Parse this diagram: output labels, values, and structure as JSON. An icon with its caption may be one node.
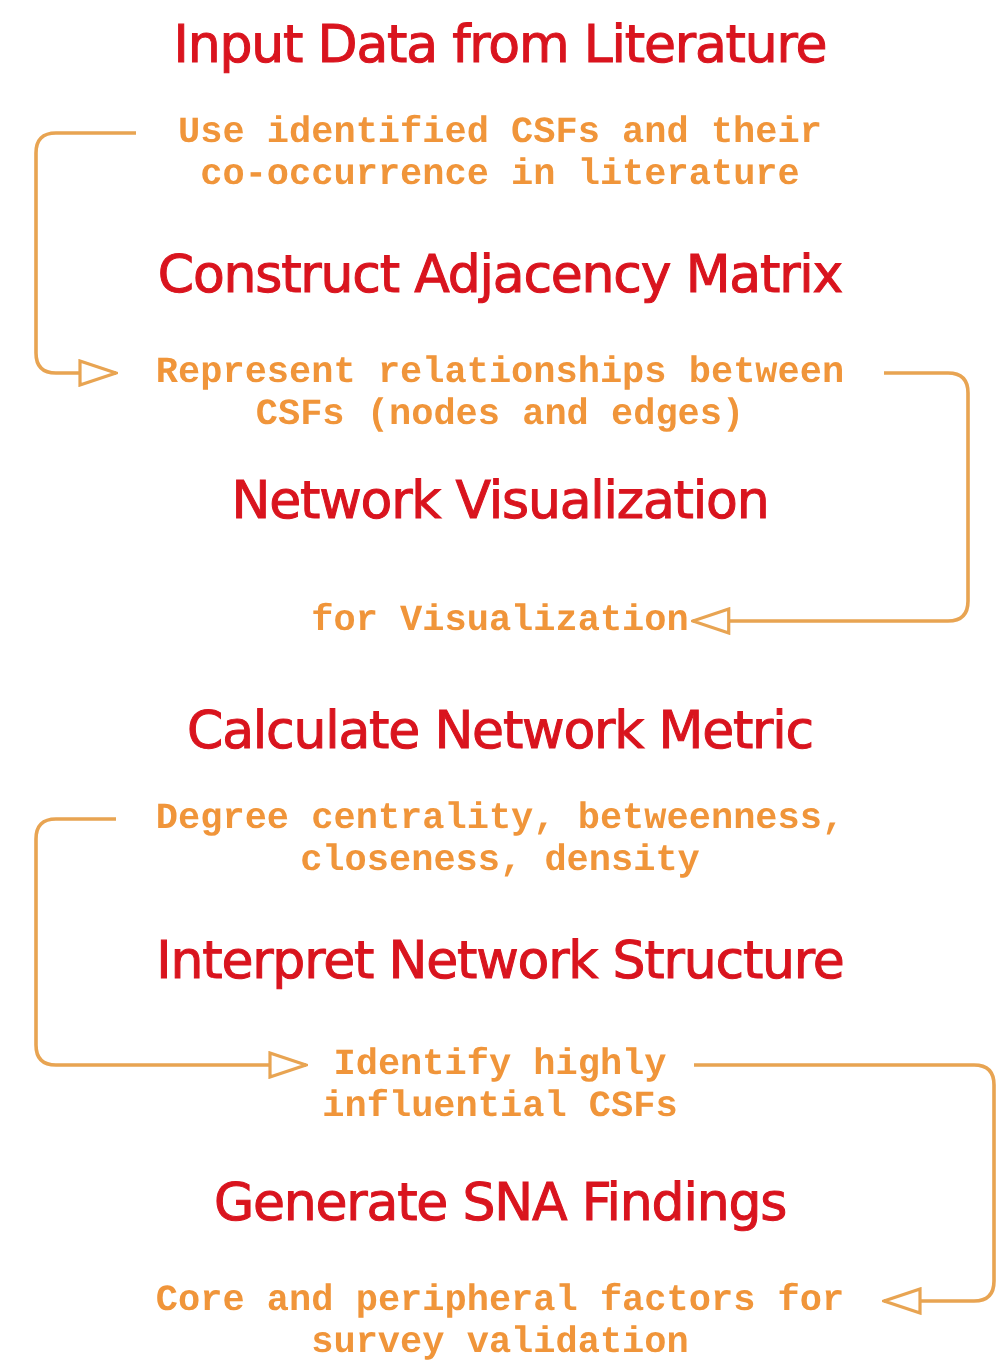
{
  "diagram": {
    "nodes": [
      {
        "text": [
          "Input Data from  Literature"
        ]
      },
      {
        "text": [
          "Use identified CSFs and their co-occurrence in literature"
        ]
      },
      {
        "text": [
          "Construct Adjacency Matrix"
        ]
      },
      {
        "text": [
          "Represent relationships between CSFs (nodes and edges)"
        ]
      },
      {
        "text": [
          "Network Visualization"
        ]
      },
      {
        "text": [
          "for Visualization"
        ]
      },
      {
        "text": [
          "Calculate Network Metric"
        ]
      },
      {
        "text": [
          "Degree centrality, betweenness, closeness, density"
        ]
      },
      {
        "text": [
          "Interpret Network Structure"
        ]
      },
      {
        "text": [
          "Identify highly influential CSFs"
        ]
      },
      {
        "text": [
          "Generate SNA Findings"
        ]
      },
      {
        "text": [
          "Core and peripheral factors for survey validation"
        ]
      }
    ],
    "edges": [
      {
        "from": 1,
        "to": 3,
        "arrow": "to"
      },
      {
        "from": 3,
        "to": 5,
        "arrow": "to"
      },
      {
        "from": 7,
        "to": 9,
        "arrow": "to"
      },
      {
        "from": 9,
        "to": 11,
        "arrow": "to"
      }
    ]
  }
}
